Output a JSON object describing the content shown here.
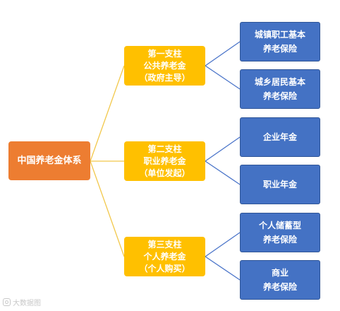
{
  "colors": {
    "root": "#ED7D31",
    "pillar": "#FFC000",
    "leaf": "#4472C4",
    "pillar_connector": "#F2C84B",
    "leaf_connector": "#4A74C9"
  },
  "root": {
    "label": "中国养老金体系"
  },
  "pillars": [
    {
      "label": "第一支柱\n公共养老金\n（政府主导）",
      "children": [
        "城镇职工基本\n养老保险",
        "城乡居民基本\n养老保险"
      ]
    },
    {
      "label": "第二支柱\n职业养老金\n（单位发起）",
      "children": [
        "企业年金",
        "职业年金"
      ]
    },
    {
      "label": "第三支柱\n个人养老金\n（个人购买）",
      "children": [
        "个人储蓄型\n养老保险",
        "商业\n养老保险"
      ]
    }
  ],
  "watermark": {
    "text": "大数据图",
    "icon": "watermark-logo-icon"
  }
}
